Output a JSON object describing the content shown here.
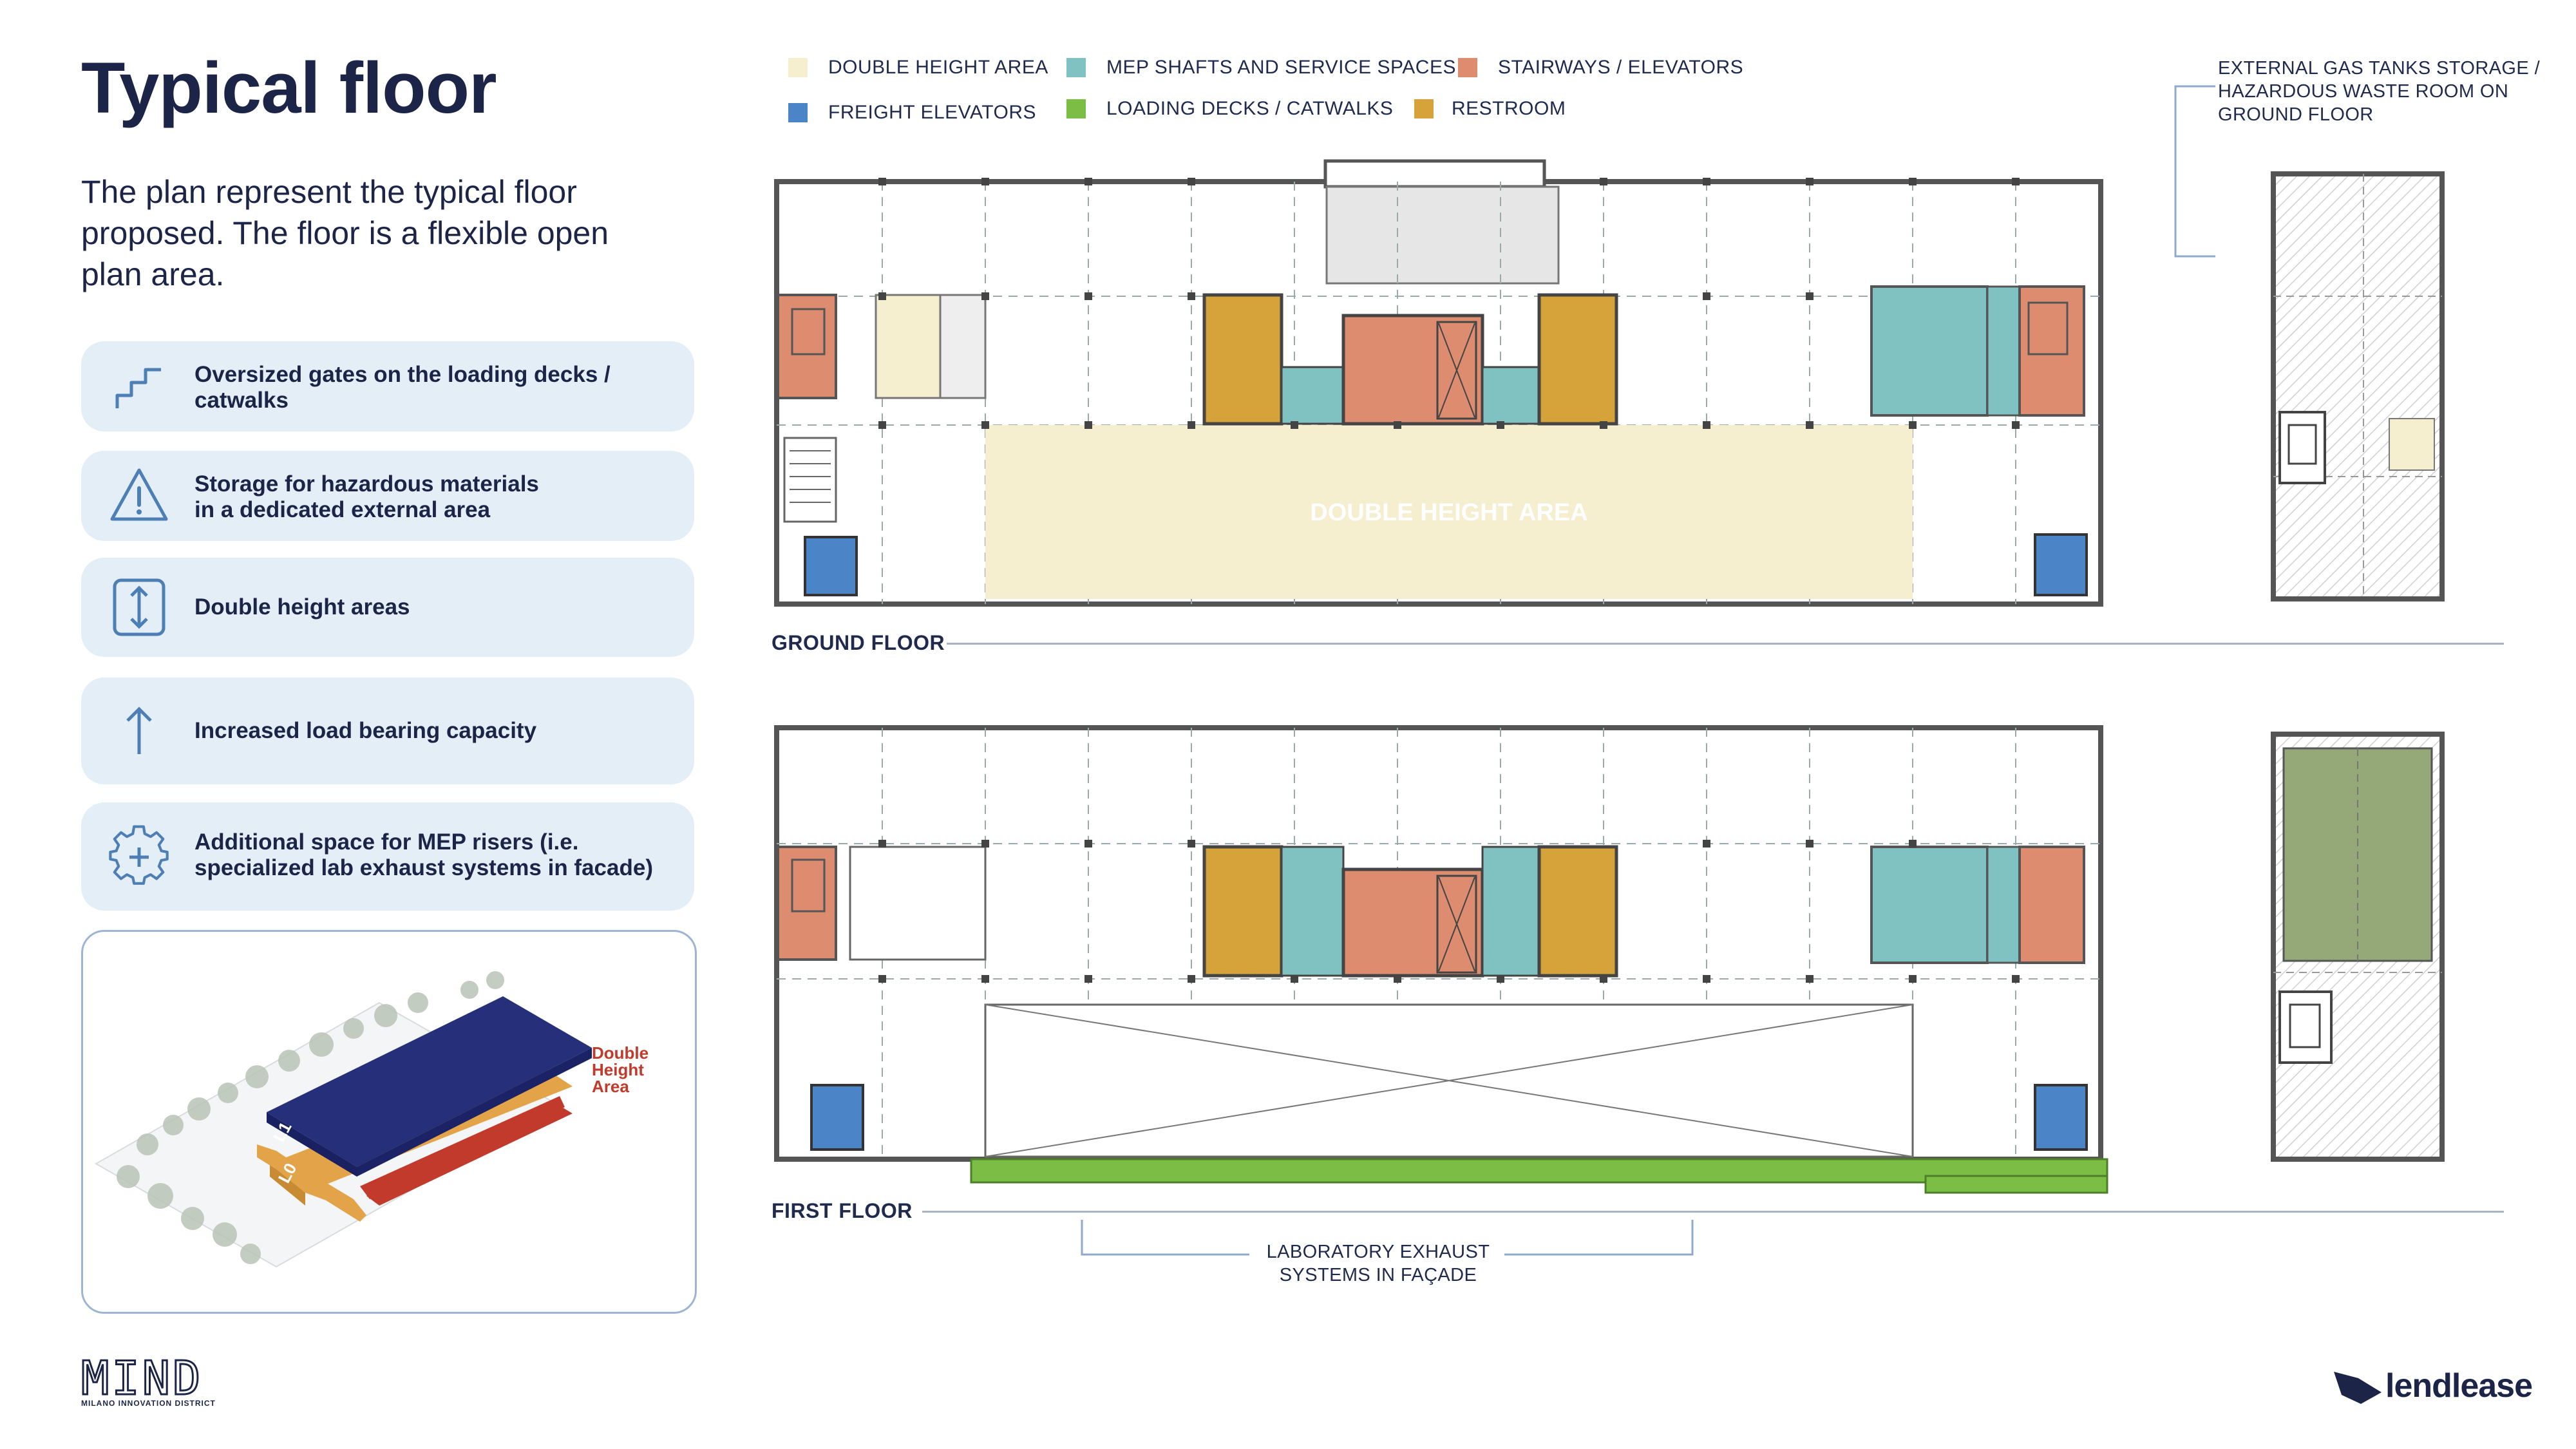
{
  "title": "Typical floor",
  "intro": "The plan represent the typical floor proposed. The floor is a flexible open plan area.",
  "features": [
    {
      "label": "Oversized gates on the loading decks / catwalks",
      "icon": "stairs-icon"
    },
    {
      "label": "Storage for hazardous materials in a dedicated external area",
      "icon": "warning-triangle-icon"
    },
    {
      "label": "Double height areas",
      "icon": "vertical-arrows-icon"
    },
    {
      "label": "Increased load bearing capacity",
      "icon": "up-arrow-icon"
    },
    {
      "label": "Additional space for MEP risers (i.e. specialized lab exhaust systems in facade)",
      "icon": "gear-plus-icon"
    }
  ],
  "axonometric": {
    "label_l1": "L1",
    "label_l0": "L0",
    "callout": "Double Height Area"
  },
  "legend": [
    {
      "label": "DOUBLE HEIGHT AREA",
      "color": "#f5eecf"
    },
    {
      "label": "MEP SHAFTS AND SERVICE SPACES",
      "color": "#7fc2c1"
    },
    {
      "label": "STAIRWAYS / ELEVATORS",
      "color": "#dd8c6f"
    },
    {
      "label": "FREIGHT ELEVATORS",
      "color": "#4c84c8"
    },
    {
      "label": "LOADING DECKS / CATWALKS",
      "color": "#7cbd45"
    },
    {
      "label": "RESTROOM",
      "color": "#d5a33a"
    }
  ],
  "external_note": "EXTERNAL GAS TANKS STORAGE / HAZARDOUS WASTE ROOM ON GROUND FLOOR",
  "floors": {
    "ground": "GROUND FLOOR",
    "first": "FIRST FLOOR",
    "double_height_watermark": "DOUBLE HEIGHT AREA"
  },
  "exhaust_note": "LABORATORY EXHAUST SYSTEMS IN FAÇADE",
  "logos": {
    "mind": "MIND",
    "mind_sub": "MILANO INNOVATION DISTRICT",
    "lendlease": "lendlease"
  },
  "colors": {
    "navy": "#1c2548",
    "card_bg": "#e3eef6",
    "icon_blue": "#4d7fb5",
    "l1_blue": "#26307a",
    "l0_orange": "#e3a449",
    "dh_red": "#c23a2b"
  }
}
